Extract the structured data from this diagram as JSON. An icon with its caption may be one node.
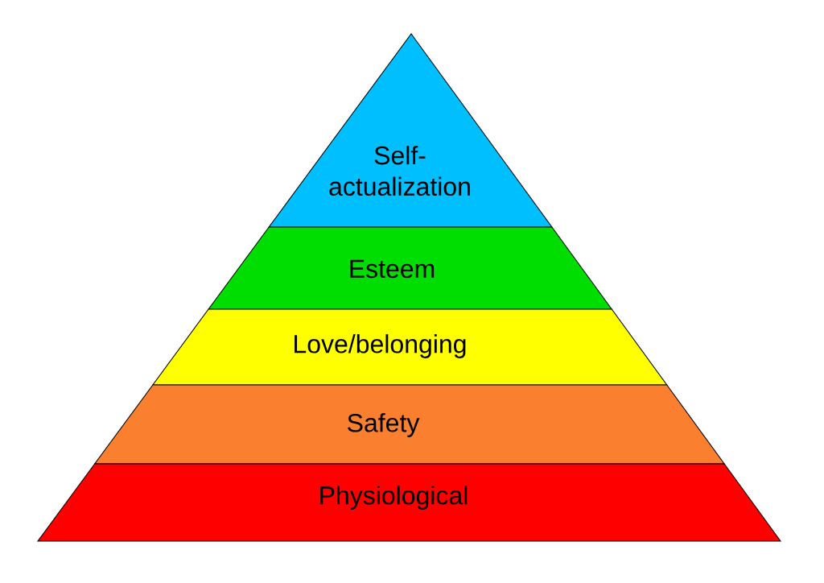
{
  "diagram": {
    "nodes": [
      {
        "text": [
          "Self-actualization"
        ]
      },
      {
        "text": [
          "Esteem"
        ]
      },
      {
        "text": [
          "Love/belonging"
        ]
      },
      {
        "text": [
          "Safety"
        ]
      },
      {
        "text": [
          "Physiological"
        ]
      }
    ]
  }
}
